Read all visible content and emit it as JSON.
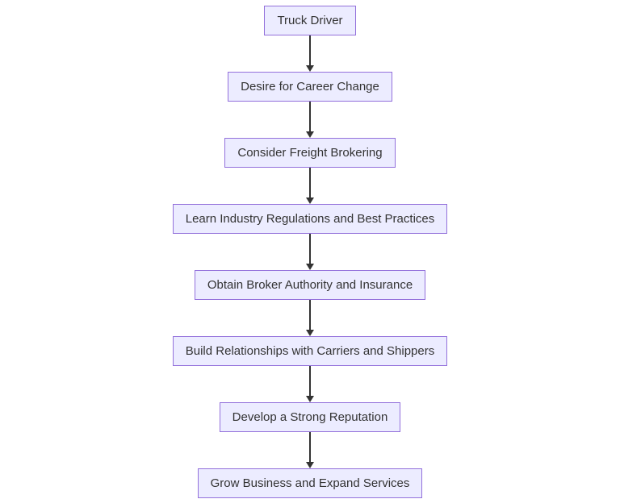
{
  "diagram": {
    "type": "flowchart",
    "direction": "top-down",
    "nodes": [
      {
        "label": "Truck Driver"
      },
      {
        "label": "Desire for Career Change"
      },
      {
        "label": "Consider Freight Brokering"
      },
      {
        "label": "Learn Industry Regulations and Best Practices"
      },
      {
        "label": "Obtain Broker Authority and Insurance"
      },
      {
        "label": "Build Relationships with Carriers and Shippers"
      },
      {
        "label": "Develop a Strong Reputation"
      },
      {
        "label": "Grow Business and Expand Services"
      }
    ],
    "edges": [
      {
        "from": 0,
        "to": 1
      },
      {
        "from": 1,
        "to": 2
      },
      {
        "from": 2,
        "to": 3
      },
      {
        "from": 3,
        "to": 4
      },
      {
        "from": 4,
        "to": 5
      },
      {
        "from": 5,
        "to": 6
      },
      {
        "from": 6,
        "to": 7
      }
    ],
    "colors": {
      "background": "#ffffff",
      "node_fill": "#ECECFF",
      "node_border": "#9370DB",
      "text": "#333333",
      "arrow": "#333333"
    }
  }
}
